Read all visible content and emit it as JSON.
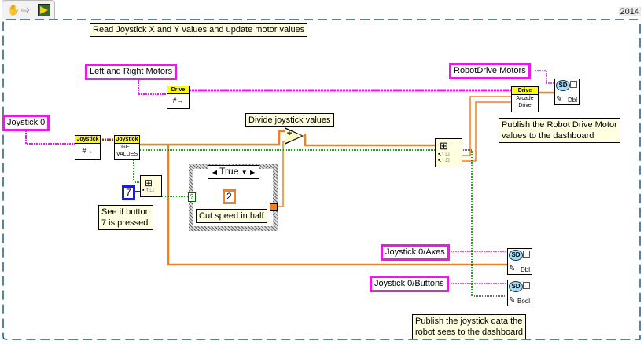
{
  "window": {
    "tab_icons": [
      "hand-tool-icon",
      "run-arrow-icon",
      "vi-icon"
    ],
    "year_label": "2014"
  },
  "comments": {
    "header": "Read Joystick X and Y values and update motor values",
    "divide": "Divide joystick values",
    "cut_speed": "Cut speed in half",
    "button7_line1": "See if button",
    "button7_line2": "7 is pressed",
    "publish_motor_line1": "Publish the Robot Drive Motor",
    "publish_motor_line2": "values to the dashboard",
    "publish_joystick_line1": "Publish the joystick data the",
    "publish_joystick_line2": "robot sees to the dashboard"
  },
  "controls": {
    "left_right_motors": "Left and Right Motors",
    "joystick0": "Joystick 0",
    "robotdrive_motors": "RobotDrive Motors",
    "joystick_axes": "Joystick 0/Axes",
    "joystick_buttons": "Joystick 0/Buttons"
  },
  "constants": {
    "button_index": "7",
    "divisor": "2"
  },
  "nodes": {
    "drive_ref": {
      "header": "Drive",
      "glyph": "#→"
    },
    "joystick_ref": {
      "header": "Joystick",
      "glyph": "#→"
    },
    "joystick_get": {
      "header": "Joystick",
      "line1": "GET",
      "line2": "VALUES"
    },
    "arcade_drive": {
      "header": "Drive",
      "line1": "Arcade",
      "line2": "Drive"
    },
    "sd_motors": {
      "badge": "SD",
      "type": "Dbl"
    },
    "sd_axes": {
      "badge": "SD",
      "type": "Dbl"
    },
    "sd_buttons": {
      "badge": "SD",
      "type": "Bool"
    },
    "divide_symbol": "÷",
    "case_selector": {
      "value": "True",
      "left_arrow": "◀",
      "right_arrow": "▶",
      "dropdown": "▼"
    },
    "case_terminal": "?"
  },
  "colors": {
    "wire_orange": "#f08020",
    "wire_magenta": "#e81ae8",
    "wire_green": "#006400",
    "wire_brown": "#8b3a1a",
    "frame_blue": "#1a5a8a",
    "comment_bg": "#ffffe1"
  }
}
